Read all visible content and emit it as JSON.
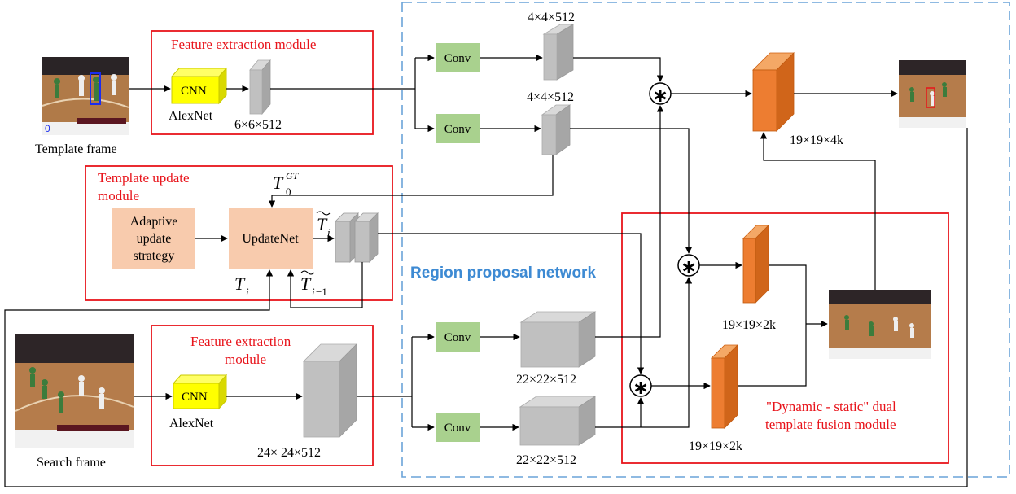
{
  "template_frame": {
    "label": "Template frame"
  },
  "search_frame": {
    "label": "Search frame"
  },
  "template_feature_module": {
    "title": "Feature extraction module",
    "cnn_label": "CNN",
    "backbone": "AlexNet",
    "output_dims": "6×6×512"
  },
  "search_feature_module": {
    "title_line1": "Feature extraction",
    "title_line2": "module",
    "cnn_label": "CNN",
    "backbone": "AlexNet",
    "output_dims": "24× 24×512"
  },
  "template_update_module": {
    "title_line1": "Template update",
    "title_line2": "module",
    "strategy_line1": "Adaptive",
    "strategy_line2": "update",
    "strategy_line3": "strategy",
    "updatenet_label": "UpdateNet",
    "sym_T": "T",
    "sym_gt_sup": "GT",
    "sym_zero_sub": "0",
    "sym_i_sub": "i",
    "sym_i_tilde_sub": "i",
    "sym_im1_sub_i": "i",
    "sym_im1_sub_rest": "−1"
  },
  "rpn": {
    "title": "Region proposal network",
    "conv_label": "Conv",
    "template_dims_top": "4×4×512",
    "template_dims_bottom": "4×4×512",
    "search_dims_top": "22×22×512",
    "search_dims_bottom": "22×22×512",
    "fused_dims": "19×19×4k"
  },
  "fusion_module": {
    "title_line1": "\"Dynamic - static\" dual",
    "title_line2": "template fusion module",
    "score_dims_top": "19×19×2k",
    "score_dims_bottom": "19×19×2k"
  },
  "xcorr_symbol": "∗",
  "template_frame_corner_digit": "0",
  "colors": {
    "module_border": "#e8141b",
    "rpn_dashed": "#6aa3d8",
    "conv_fill": "#a9d18e",
    "cnn_fill": "#ffff00",
    "update_fill": "#f8cbad",
    "feature_gray": "#bfbfbf",
    "score_orange": "#ed7d31"
  }
}
